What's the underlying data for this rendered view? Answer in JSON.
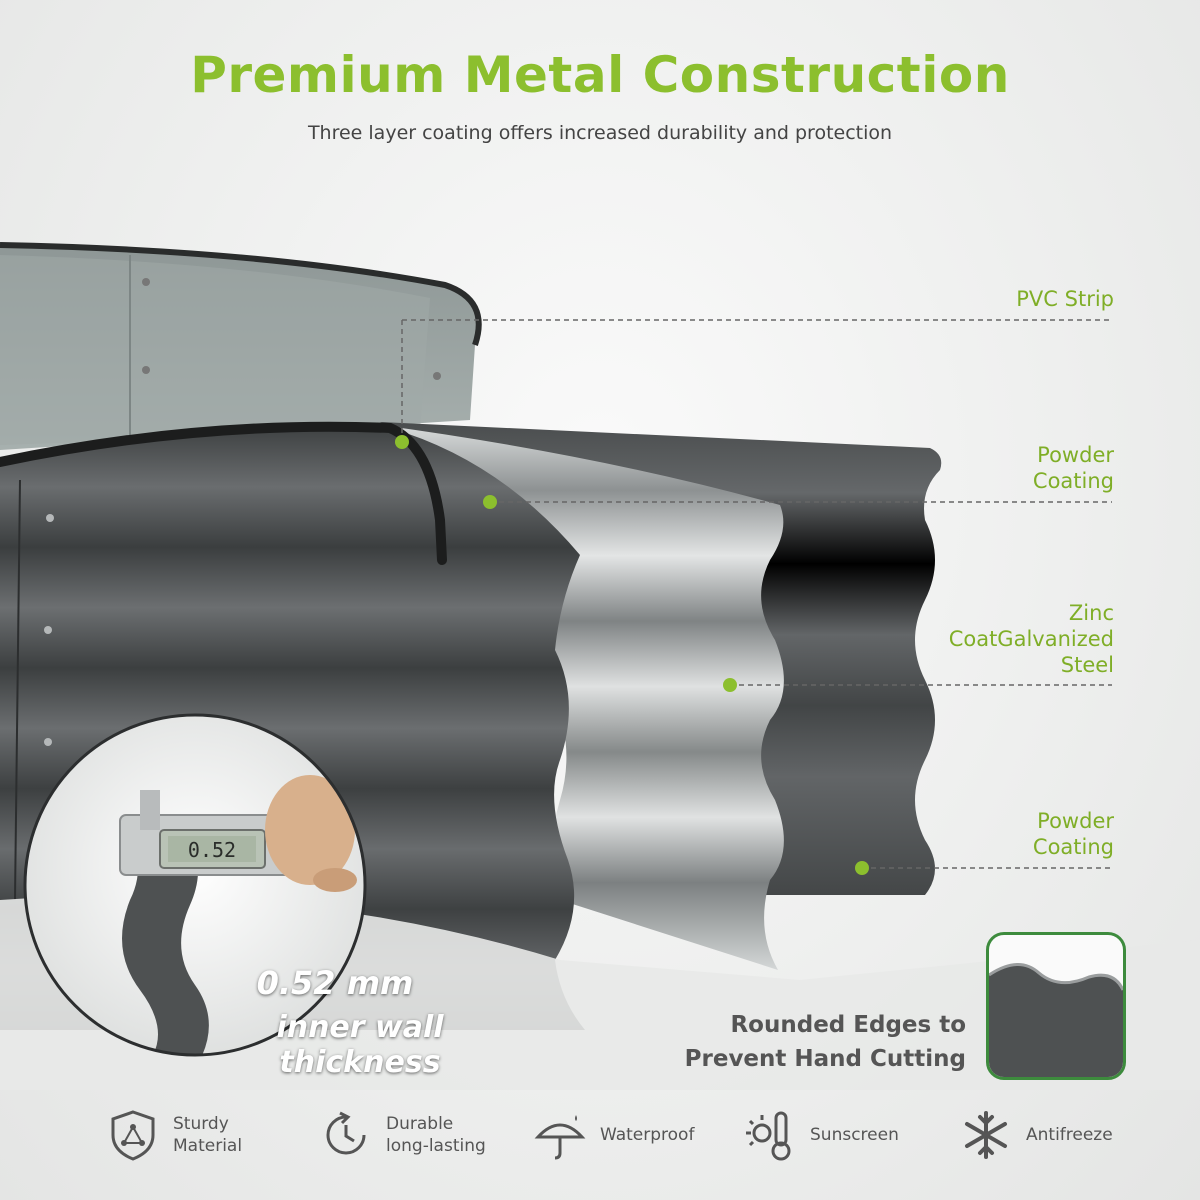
{
  "header": {
    "title": "Premium Metal Construction",
    "subtitle": "Three layer coating offers increased durability and protection"
  },
  "layers": {
    "pvc_strip": "PVC Strip",
    "powder_coating_outer": [
      "Powder",
      "Coating"
    ],
    "zinc": [
      "Zinc",
      "CoatGalvanized",
      "Steel"
    ],
    "powder_coating_inner": [
      "Powder",
      "Coating"
    ]
  },
  "thickness": {
    "value": "0.52 mm",
    "caption": "inner wall thickness",
    "display": "0.52"
  },
  "rounded_edges": {
    "line1": "Rounded Edges to",
    "line2": "Prevent Hand Cutting"
  },
  "features": [
    {
      "icon": "shield-icon",
      "lines": [
        "Sturdy",
        "Material"
      ]
    },
    {
      "icon": "clock-arrow-icon",
      "lines": [
        "Durable",
        "long-lasting"
      ]
    },
    {
      "icon": "umbrella-icon",
      "lines": [
        "Waterproof"
      ]
    },
    {
      "icon": "sun-thermometer-icon",
      "lines": [
        "Sunscreen"
      ]
    },
    {
      "icon": "snowflake-icon",
      "lines": [
        "Antifreeze"
      ]
    }
  ],
  "colors": {
    "accent": "#8cbf2e",
    "metal": "#4e5152",
    "frame": "#3d8b3d"
  }
}
